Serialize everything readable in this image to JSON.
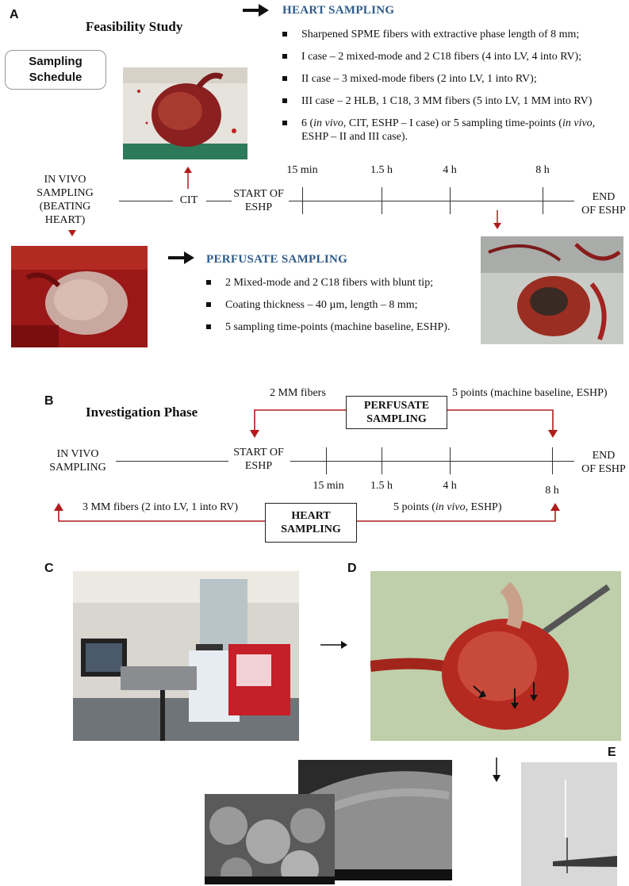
{
  "panel_letters": {
    "a": "A",
    "b": "B",
    "c": "C",
    "d": "D",
    "e": "E"
  },
  "panel_a": {
    "title": "Feasibility Study",
    "schedule_box": "Sampling Schedule",
    "heart_sampling": {
      "heading": "HEART SAMPLING",
      "items": [
        "Sharpened SPME fibers with extractive phase length of 8 mm;",
        "I case – 2 mixed-mode and 2 C18 fibers (4 into LV, 4 into RV);",
        "II case – 3 mixed-mode fibers (2 into LV, 1 into RV);",
        "III case – 2 HLB,  1 C18, 3 MM fibers (5 into LV, 1 MM into RV)"
      ],
      "item5": {
        "p1": "6 (",
        "i1": "in vivo",
        "p2": ", CIT, ESHP – I case) or 5 sampling time-points (",
        "i2": "in vivo",
        "p3": ", ESHP – II and III case)."
      }
    },
    "timeline": {
      "in_vivo": [
        "IN VIVO",
        "SAMPLING",
        "(BEATING",
        "HEART)"
      ],
      "cit": "CIT",
      "start": [
        "START OF",
        "ESHP"
      ],
      "ticks": [
        "15 min",
        "1.5 h",
        "4 h",
        "8 h"
      ],
      "end": [
        "END",
        "OF ESHP"
      ]
    },
    "perfusate_sampling": {
      "heading": "PERFUSATE SAMPLING",
      "items": [
        "2 Mixed-mode and 2 C18 fibers with blunt tip;",
        "Coating thickness – 40 µm, length – 8 mm;",
        "5 sampling time-points (machine baseline, ESHP)."
      ]
    }
  },
  "panel_b": {
    "title": "Investigation Phase",
    "mm_fibers": "2 MM fibers",
    "perfusate_box": [
      "PERFUSATE",
      "SAMPLING"
    ],
    "points_perfusate": "5 points (machine baseline, ESHP)",
    "in_vivo": [
      "IN VIVO",
      "SAMPLING"
    ],
    "start": [
      "START OF",
      "ESHP"
    ],
    "ticks": [
      "15 min",
      "1.5 h",
      "4 h",
      "8 h"
    ],
    "end": [
      "END",
      "OF ESHP"
    ],
    "heart_fibers": "3 MM fibers (2 into LV, 1 into RV)",
    "heart_box": [
      "HEART",
      "SAMPLING"
    ],
    "points_heart": {
      "p1": "5 points (",
      "i1": "in vivo",
      "p2": ", ESHP)"
    }
  },
  "colors": {
    "arrow_red": "#b01c1c",
    "heading_blue": "#2e5b8a"
  }
}
